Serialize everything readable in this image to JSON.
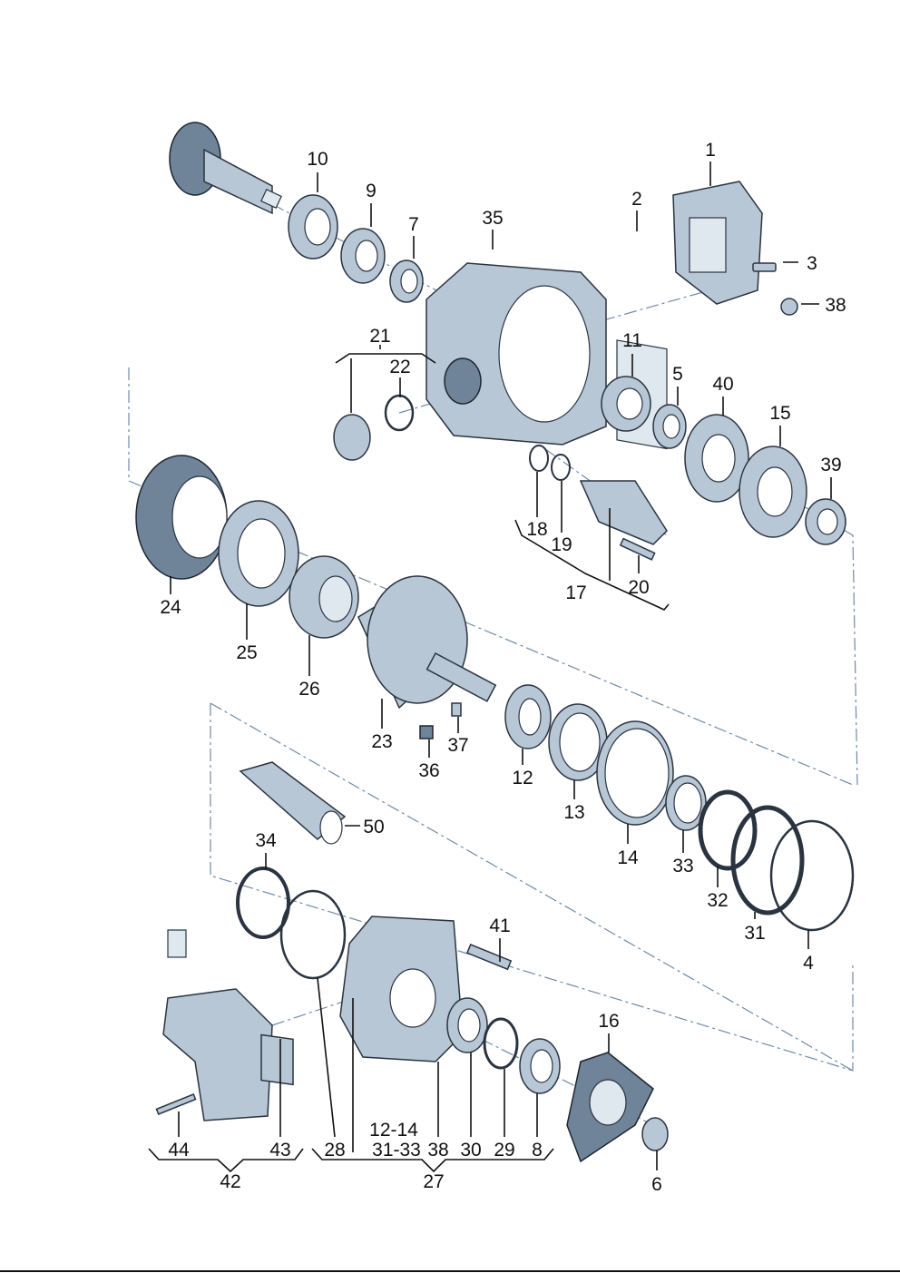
{
  "diagram": {
    "title": "Exploded view - transfer case / differential housing parts",
    "labels": {
      "p1": "1",
      "p2": "2",
      "p3": "3",
      "p38a": "38",
      "p10": "10",
      "p9": "9",
      "p7": "7",
      "p35": "35",
      "p21": "21",
      "p22": "22",
      "p11": "11",
      "p5": "5",
      "p40": "40",
      "p15": "15",
      "p39": "39",
      "p18": "18",
      "p19": "19",
      "p17": "17",
      "p20": "20",
      "p24": "24",
      "p25": "25",
      "p26": "26",
      "p23": "23",
      "p37": "37",
      "p36": "36",
      "p12": "12",
      "p13": "13",
      "p14": "14",
      "p33": "33",
      "p32": "32",
      "p31": "31",
      "p4": "4",
      "p50": "50",
      "p34": "34",
      "p41": "41",
      "p16": "16",
      "p44": "44",
      "p43": "43",
      "p28": "28",
      "p12_14": "12-14",
      "p31_33": "31-33",
      "p38b": "38",
      "p30": "30",
      "p29": "29",
      "p8": "8",
      "p42": "42",
      "p27": "27",
      "p6": "6"
    },
    "colors": {
      "part": "#b8c7d6",
      "outline": "#2a3440",
      "axis": "#6f8aa6"
    }
  }
}
